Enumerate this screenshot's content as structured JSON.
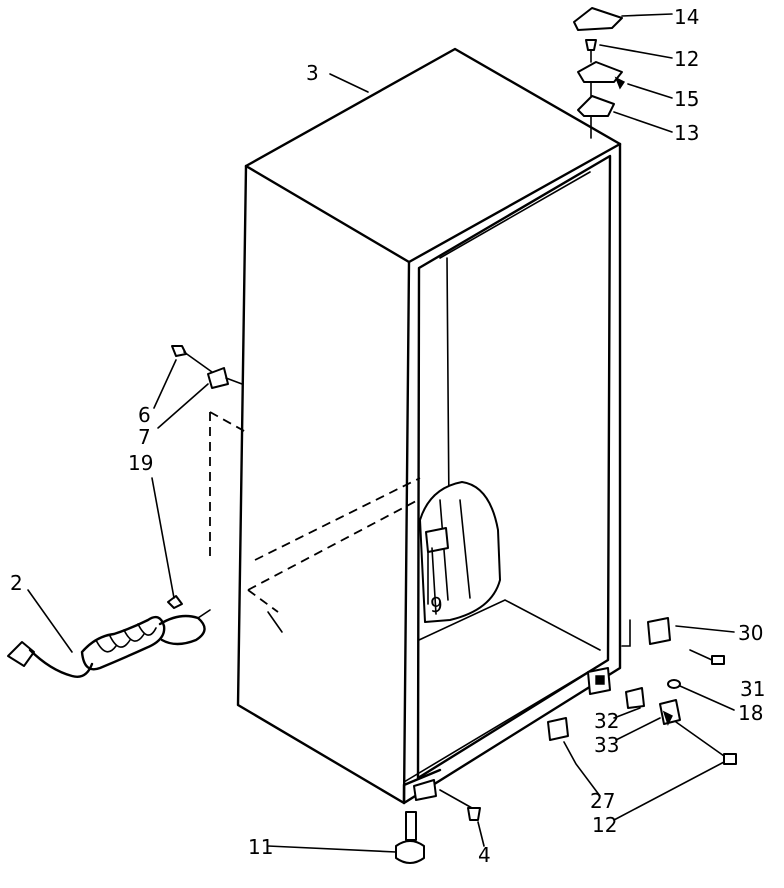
{
  "callouts": [
    {
      "id": "c14",
      "text": "14"
    },
    {
      "id": "c12a",
      "text": "12"
    },
    {
      "id": "c15",
      "text": "15"
    },
    {
      "id": "c13",
      "text": "13"
    },
    {
      "id": "c3",
      "text": "3"
    },
    {
      "id": "c6",
      "text": "6"
    },
    {
      "id": "c7",
      "text": "7"
    },
    {
      "id": "c19",
      "text": "19"
    },
    {
      "id": "c2",
      "text": "2"
    },
    {
      "id": "c9",
      "text": "9"
    },
    {
      "id": "c30",
      "text": "30"
    },
    {
      "id": "c31",
      "text": "31"
    },
    {
      "id": "c18",
      "text": "18"
    },
    {
      "id": "c32",
      "text": "32"
    },
    {
      "id": "c33",
      "text": "33"
    },
    {
      "id": "c27",
      "text": "27"
    },
    {
      "id": "c12b",
      "text": "12"
    },
    {
      "id": "c11",
      "text": "11"
    },
    {
      "id": "c4",
      "text": "4"
    }
  ]
}
